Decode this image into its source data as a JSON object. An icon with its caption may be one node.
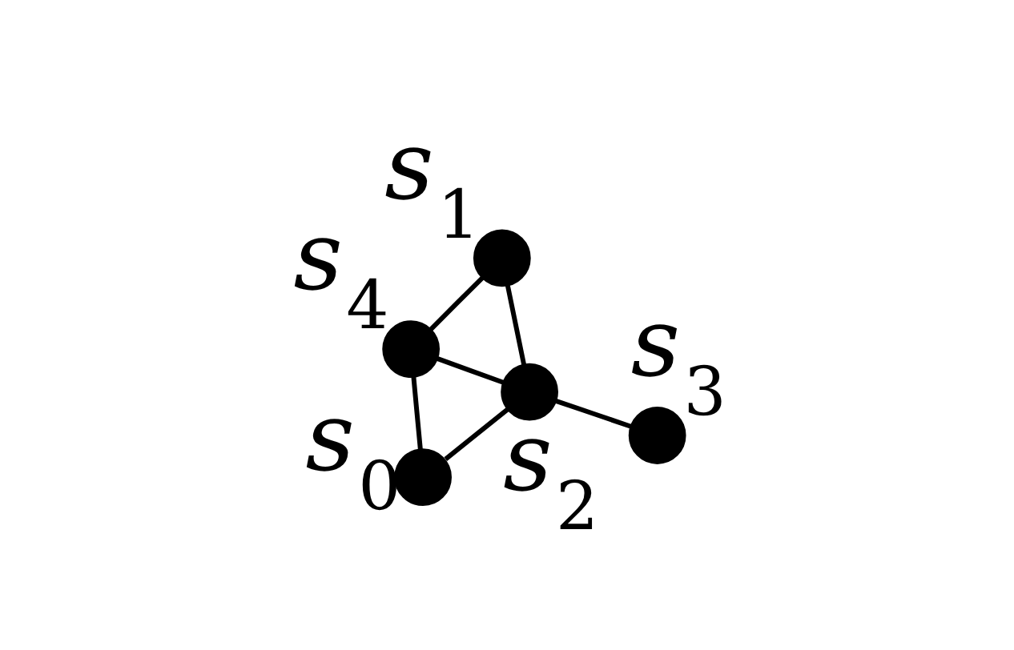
{
  "diagram": {
    "nodes": [
      {
        "text": [],
        "shape": "circle",
        "beside": [
          "s$_{0}$"
        ]
      },
      {
        "text": [],
        "shape": "circle",
        "beside": [
          "s$_{4}$"
        ]
      },
      {
        "text": [],
        "shape": "circle",
        "beside": [
          "s$_{2}$"
        ]
      },
      {
        "text": [],
        "shape": "circle",
        "beside": [
          "s$_{1}$"
        ]
      },
      {
        "text": [],
        "shape": "circle",
        "beside": [
          "s$_{3}$"
        ]
      }
    ],
    "edges": [
      {
        "from": 0,
        "to": 1,
        "arrow": "none"
      },
      {
        "from": 0,
        "to": 2,
        "arrow": "none"
      },
      {
        "from": 2,
        "to": 1,
        "arrow": "none"
      },
      {
        "from": 1,
        "to": 3,
        "arrow": "none"
      },
      {
        "from": 2,
        "to": 3,
        "arrow": "none"
      },
      {
        "from": 4,
        "to": 2,
        "arrow": "none"
      }
    ]
  }
}
